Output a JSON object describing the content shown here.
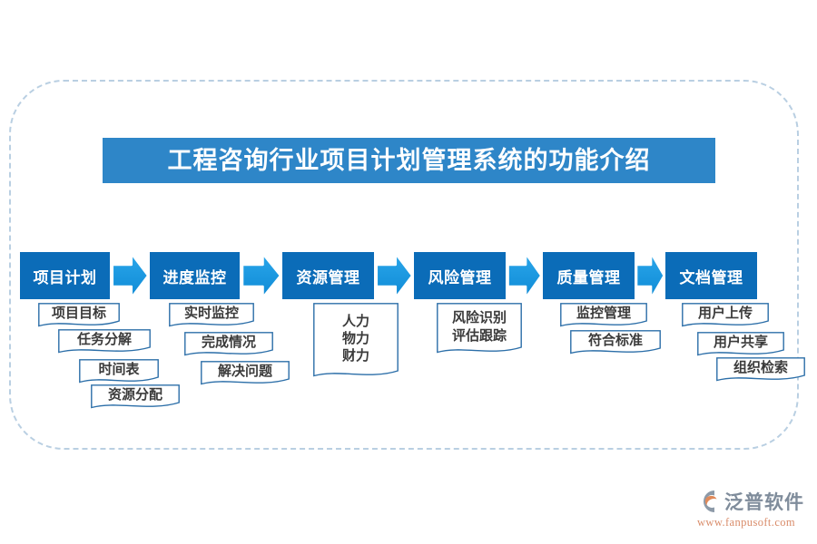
{
  "title": "工程咨询行业项目计划管理系统的功能介绍",
  "theme": {
    "title_bar_bg": "#2e86c8",
    "stage_header_bg": "#0b6cb8",
    "arrow_fill": "#1e9be0",
    "note_border": "#2b6ea8",
    "dashed_border": "#b9cfe2",
    "note_text": "#3b3b3b"
  },
  "stages": [
    {
      "label": "项目计划",
      "items": [
        "项目目标",
        "任务分解",
        "时间表",
        "资源分配"
      ],
      "layout": "staircase"
    },
    {
      "label": "进度监控",
      "items": [
        "实时监控",
        "完成情况",
        "解决问题"
      ],
      "layout": "staircase"
    },
    {
      "label": "资源管理",
      "items": [
        "人力",
        "物力",
        "财力"
      ],
      "layout": "stacked"
    },
    {
      "label": "风险管理",
      "items": [
        "风险识别",
        "评估跟踪"
      ],
      "layout": "stacked"
    },
    {
      "label": "质量管理",
      "items": [
        "监控管理",
        "符合标准"
      ],
      "layout": "staircase"
    },
    {
      "label": "文档管理",
      "items": [
        "用户上传",
        "用户共享",
        "组织检索"
      ],
      "layout": "staircase"
    }
  ],
  "arrows": [
    {
      "name": "arrow-1"
    },
    {
      "name": "arrow-2"
    },
    {
      "name": "arrow-3"
    },
    {
      "name": "arrow-4"
    },
    {
      "name": "arrow-5"
    }
  ],
  "watermark": {
    "text": "泛普软件"
  },
  "logo": {
    "name": "泛普软件",
    "url": "www.fanpusoft.com",
    "mark_gray": "#8d9aa8",
    "mark_orange": "#e08a5a"
  }
}
